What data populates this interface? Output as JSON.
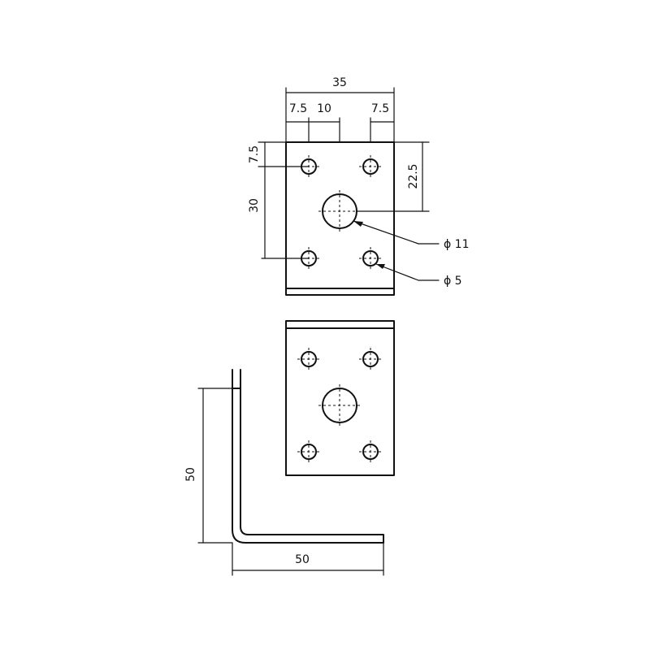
{
  "dimensions": {
    "top_width": "35",
    "left_offset": "7.5",
    "hole_spacing": "10",
    "right_offset": "7.5",
    "top_offset": "7.5",
    "vertical_spacing": "30",
    "center_height": "22.5",
    "big_hole_diameter": "ϕ 11",
    "small_hole_diameter": "ϕ 5",
    "leg_height": "50",
    "leg_width": "50"
  },
  "colors": {
    "line": "#111111",
    "background": "#ffffff"
  }
}
